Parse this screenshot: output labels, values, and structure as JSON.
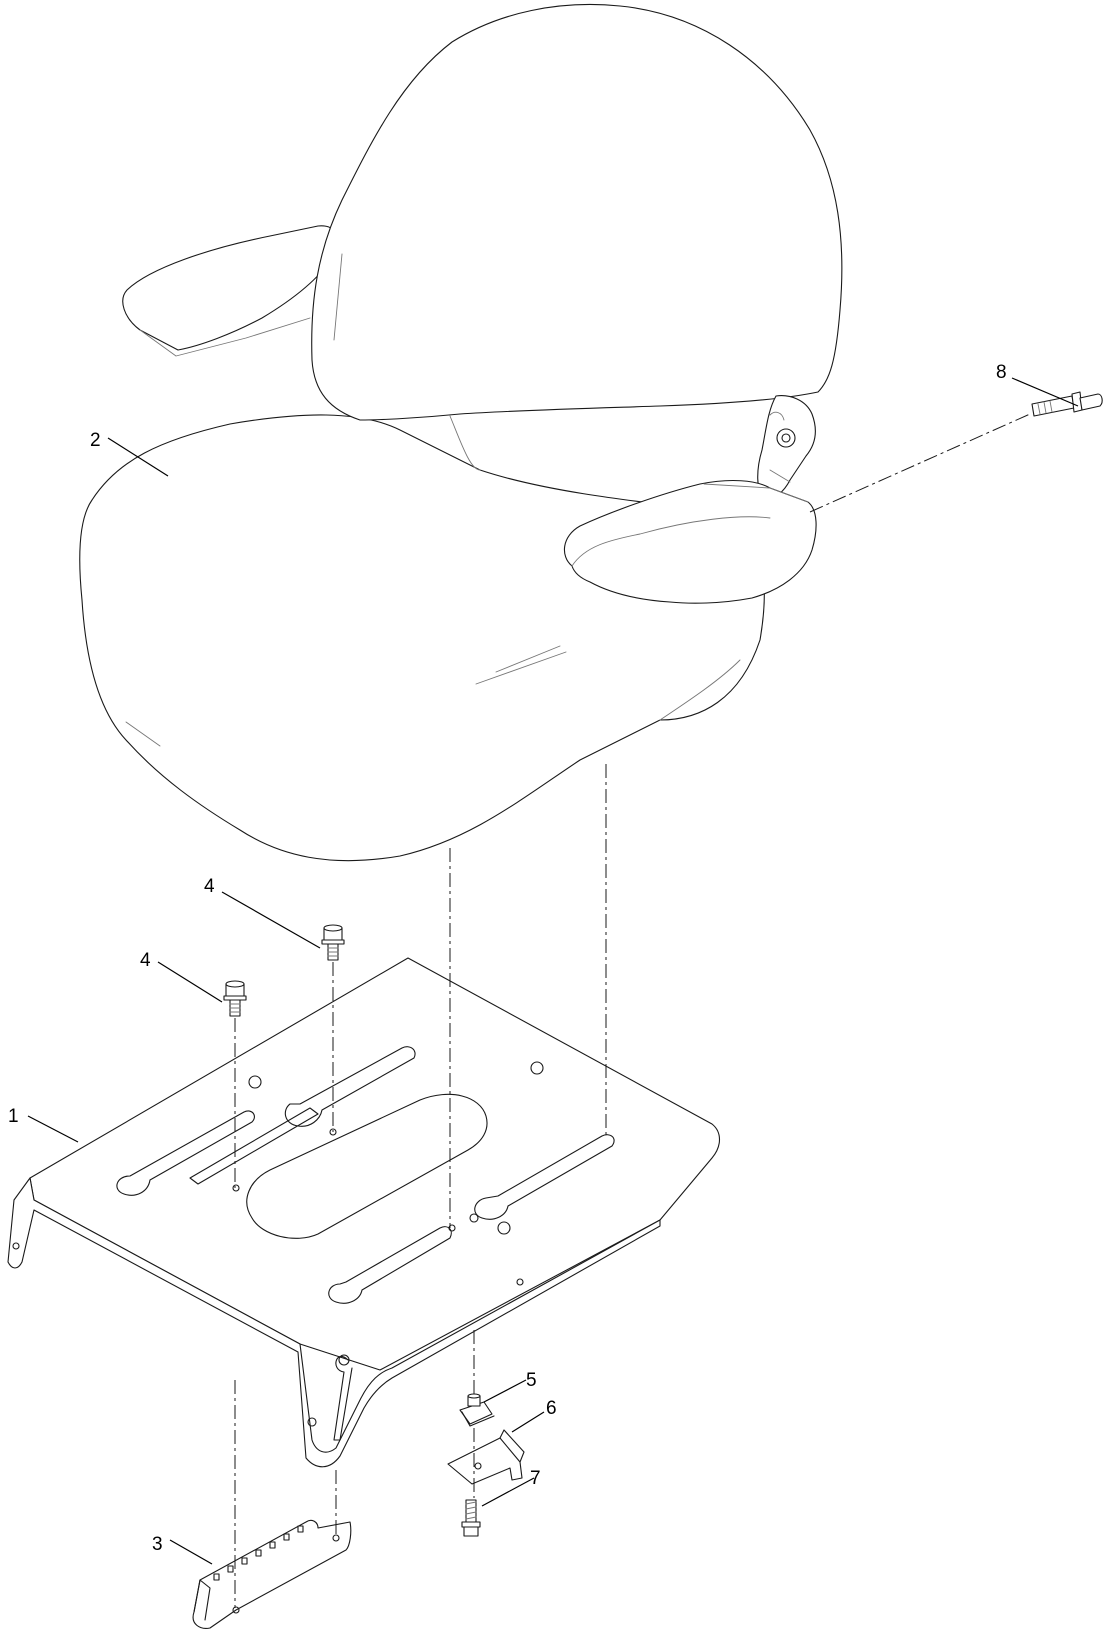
{
  "callouts": {
    "c1": "1",
    "c2": "2",
    "c3": "3",
    "c4a": "4",
    "c4b": "4",
    "c5": "5",
    "c6": "6",
    "c7": "7",
    "c8": "8"
  },
  "colors": {
    "line": "#1a1a1a",
    "background": "#ffffff"
  }
}
